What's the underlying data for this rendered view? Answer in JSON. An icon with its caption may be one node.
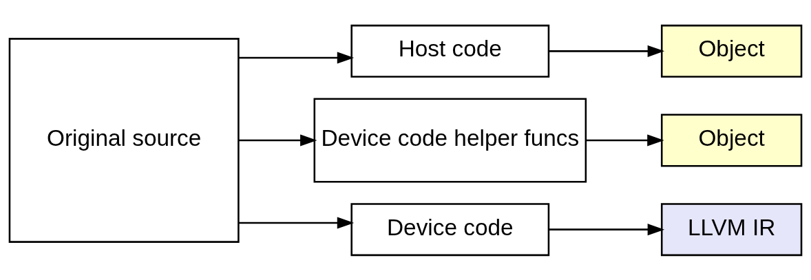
{
  "diagram": {
    "nodes": [
      {
        "text": [
          "Original source"
        ]
      },
      {
        "text": [
          "Host code"
        ]
      },
      {
        "text": [
          "Device code helper funcs"
        ]
      },
      {
        "text": [
          "Device code"
        ]
      },
      {
        "text": [
          "Object"
        ]
      },
      {
        "text": [
          "Object"
        ]
      },
      {
        "text": [
          "LLVM IR"
        ]
      }
    ],
    "edges": [
      {
        "from": 0,
        "to": 1,
        "arrow": "to"
      },
      {
        "from": 0,
        "to": 2,
        "arrow": "to"
      },
      {
        "from": 0,
        "to": 3,
        "arrow": "to"
      },
      {
        "from": 1,
        "to": 4,
        "arrow": "to"
      },
      {
        "from": 2,
        "to": 5,
        "arrow": "to"
      },
      {
        "from": 3,
        "to": 6,
        "arrow": "to"
      }
    ]
  }
}
